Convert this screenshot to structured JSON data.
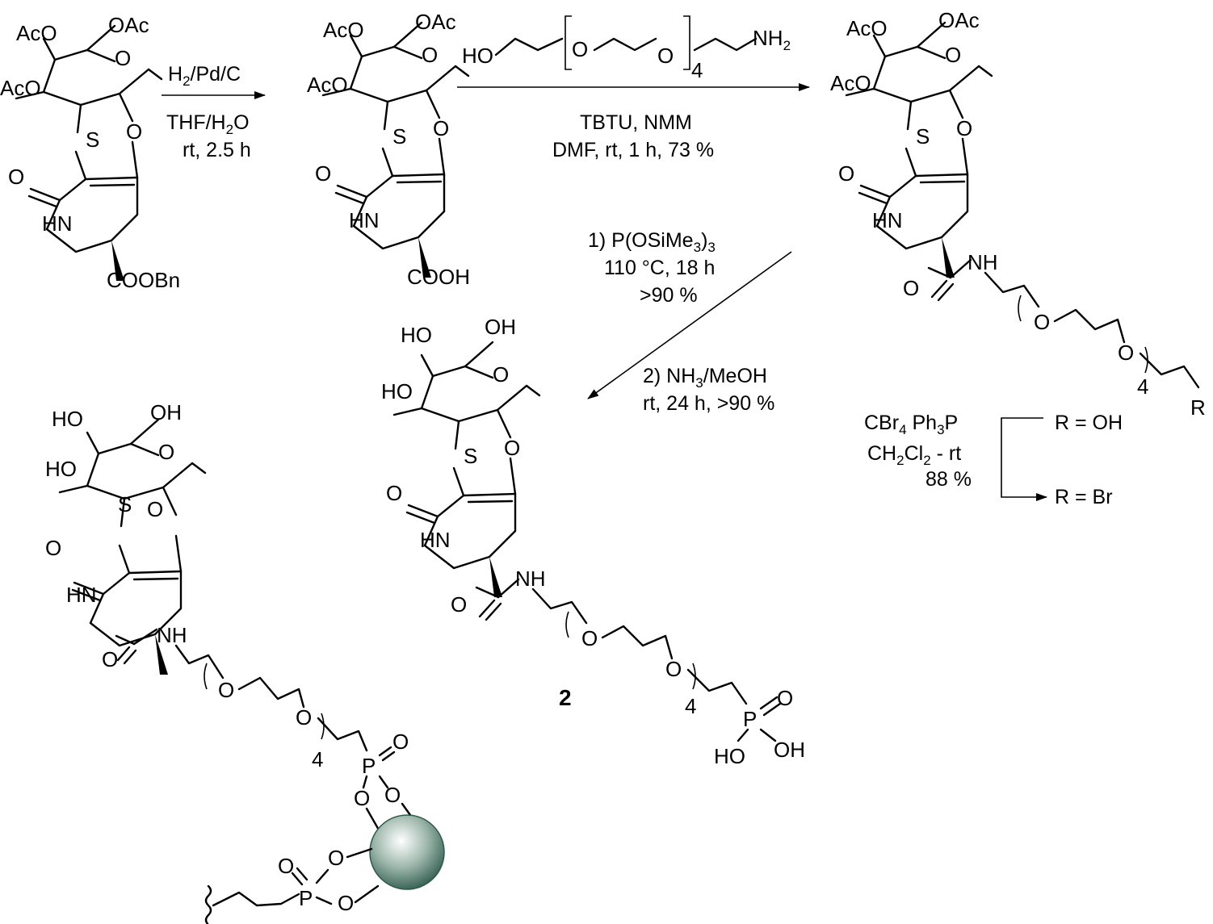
{
  "labels": {
    "oac": "OAc",
    "aco": "AcO",
    "oh": "OH",
    "ho": "HO",
    "o": "O",
    "s": "S",
    "hn": "HN",
    "nh": "NH",
    "cooh": "COOH",
    "coobn": "COOBn",
    "p": "P",
    "r": "R",
    "four": "4"
  },
  "step1": {
    "reagent": "H2/Pd/C",
    "solvent": "THF/H2O",
    "conditions": "rt, 2.5 h"
  },
  "step2": {
    "reagent_ho": "HO",
    "reagent_nh2": "NH2",
    "reagent_n": "4",
    "coupling": "TBTU, NMM",
    "conditions": "DMF, rt, 1 h, 73 %"
  },
  "step3": {
    "line1": "1) P(OSiMe3)3",
    "line2": "110 °C, 18 h",
    "line3": ">90 %",
    "line4": "2) NH3/MeOH",
    "line5": "rt,  24  h, >90 %"
  },
  "bromination": {
    "reagents": "CBr4 Ph3P",
    "solvent": "CH2Cl2 - rt",
    "yield": "88 %",
    "r_oh": "R = OH",
    "r_br": "R = Br"
  },
  "compound_label": "2",
  "colors": {
    "bond": "#000000",
    "bead_dark": "#2e5a4c",
    "bead_light": "#ffffff"
  }
}
